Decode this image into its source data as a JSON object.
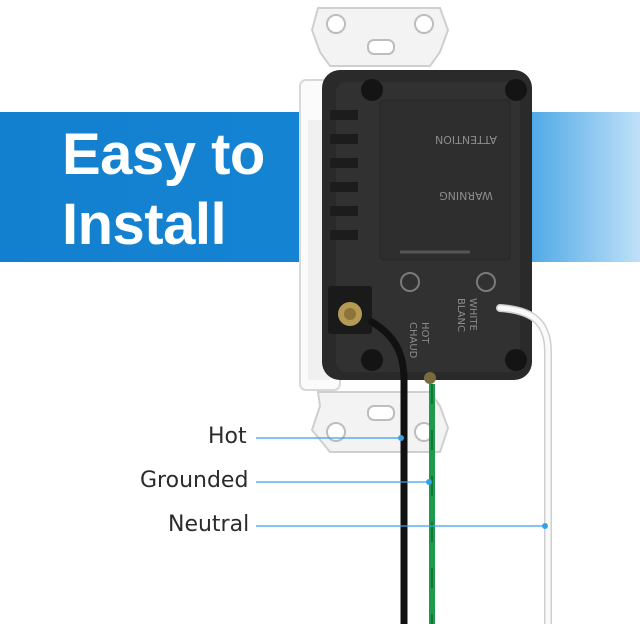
{
  "headline": {
    "line1": "Easy to",
    "line2": "Install"
  },
  "device_label": {
    "attention": "ATTENTION",
    "warning": "WARNING",
    "hot": "HOT",
    "chaud": "CHAUD",
    "white": "WHITE",
    "blanc": "BLANC"
  },
  "wires": {
    "hot": {
      "label": "Hot",
      "color": "#111111"
    },
    "grounded": {
      "label": "Grounded",
      "color": "#1f9a4a"
    },
    "neutral": {
      "label": "Neutral",
      "color": "#f2f2f2"
    }
  },
  "colors": {
    "band": "#1380cf",
    "device_body": "#2c2c2c",
    "wall_plate": "#f4f4f4",
    "leader_line": "#3aa0e6"
  }
}
